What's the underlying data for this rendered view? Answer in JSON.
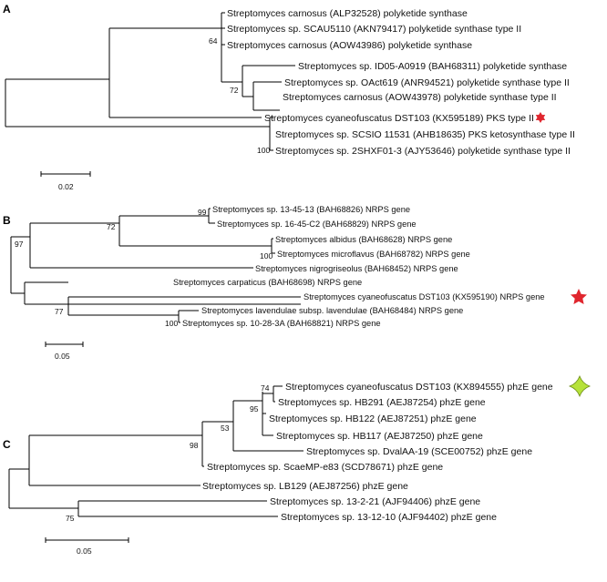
{
  "figure": {
    "colors": {
      "star_red": "#e0262e",
      "star_green": "#b6e23a",
      "star_green_stroke": "#6f8f1a"
    },
    "panel_a": {
      "label": "A",
      "leaves": [
        "Streptomyces carnosus (ALP32528) polyketide synthase",
        "Streptomyces sp. SCAU5110 (AKN79417) polyketide synthase type II",
        "Streptomyces carnosus (AOW43986) polyketide synthase",
        "Streptomyces sp. ID05-A0919 (BAH68311) polyketide synthase",
        "Streptomyces sp. OAct619 (ANR94521) polyketide synthase type II",
        "Streptomyces carnosus (AOW43978) polyketide synthase type II",
        "Streptomyces cyaneofuscatus DST103 (KX595189) PKS type II",
        "Streptomyces sp. SCSIO 11531 (AHB18635) PKS ketosynthase type II",
        "Streptomyces sp. 2SHXF01-3 (AJY53646) polyketide synthase type II"
      ],
      "bootstrap": [
        "64",
        "72",
        "100"
      ],
      "scale": "0.02",
      "marker": "red-star-icon"
    },
    "panel_b": {
      "label": "B",
      "leaves": [
        "Streptomyces sp. 13-45-13 (BAH68826) NRPS gene",
        "Streptomyces sp. 16-45-C2 (BAH68829) NRPS gene",
        "Streptomyces albidus (BAH68628) NRPS gene",
        "Streptomyces microflavus (BAH68782) NRPS gene",
        "Streptomyces nigrogriseolus (BAH68452) NRPS gene",
        "Streptomyces carpaticus (BAH68698) NRPS gene",
        "Streptomyces cyaneofuscatus DST103 (KX595190) NRPS gene",
        "Streptomyces lavendulae subsp. lavendulae (BAH68484) NRPS gene",
        "Streptomyces sp. 10-28-3A (BAH68821) NRPS gene"
      ],
      "bootstrap": [
        "99",
        "72",
        "100",
        "97",
        "77",
        "100"
      ],
      "scale": "0.05",
      "marker": "red-star-icon"
    },
    "panel_c": {
      "label": "C",
      "leaves": [
        "Streptomyces cyaneofuscatus DST103 (KX894555) phzE gene",
        "Streptomyces sp. HB291 (AEJ87254) phzE gene",
        "Streptomyces sp. HB122 (AEJ87251) phzE gene",
        "Streptomyces sp. HB117 (AEJ87250) phzE gene",
        "Streptomyces sp. DvalAA-19 (SCE00752) phzE gene",
        "Streptomyces sp. ScaeMP-e83 (SCD78671) phzE gene",
        "Streptomyces sp. LB129 (AEJ87256) phzE gene",
        "Streptomyces sp. 13-2-21 (AJF94406) phzE gene",
        "Streptomyces sp. 13-12-10 (AJF94402) phzE gene"
      ],
      "bootstrap": [
        "74",
        "95",
        "53",
        "98",
        "75"
      ],
      "scale": "0.05",
      "marker": "green-star-icon"
    }
  }
}
